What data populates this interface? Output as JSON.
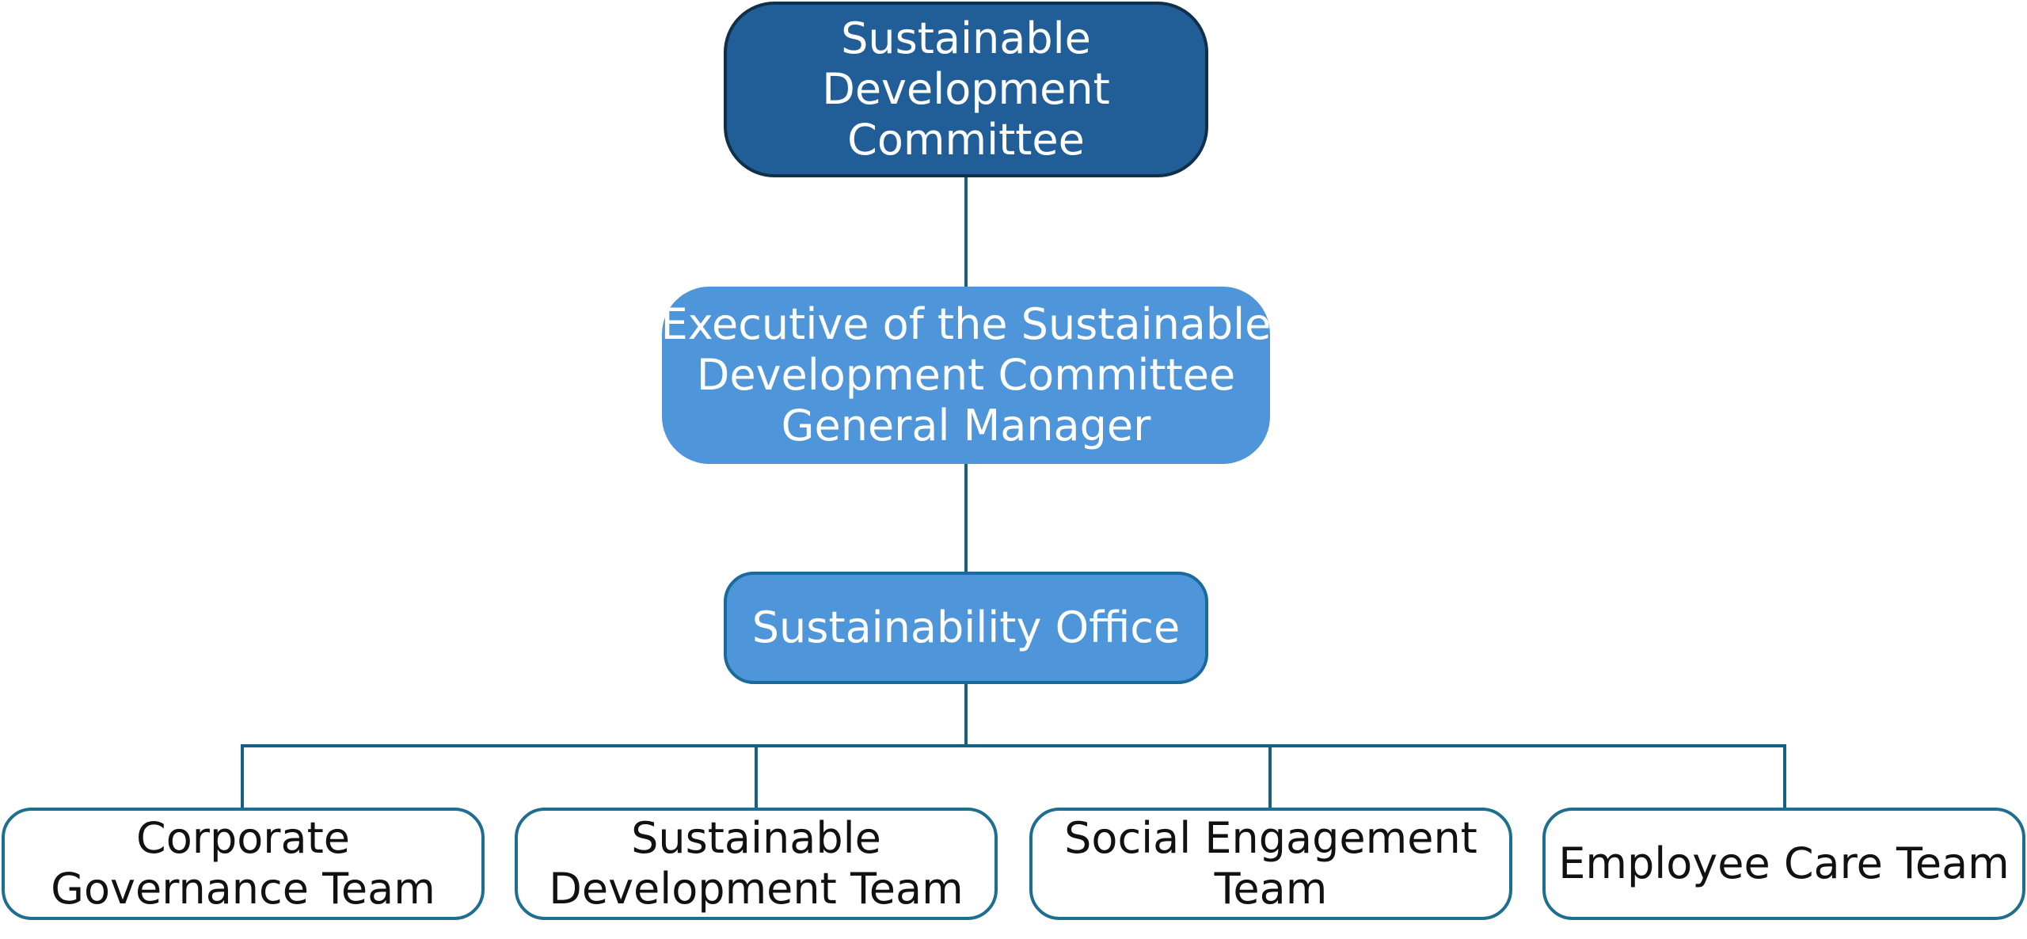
{
  "diagram": {
    "top": {
      "lines": [
        "Sustainable",
        "Development",
        "Committee"
      ]
    },
    "executive": {
      "lines": [
        "Executive of the Sustainable",
        "Development Committee",
        "General Manager"
      ]
    },
    "office": {
      "lines": [
        "Sustainability Office"
      ]
    },
    "teams": [
      {
        "lines": [
          "Corporate",
          "Governance Team"
        ]
      },
      {
        "lines": [
          "Sustainable",
          "Development Team"
        ]
      },
      {
        "lines": [
          "Social Engagement",
          "Team"
        ]
      },
      {
        "lines": [
          "Employee Care Team"
        ]
      }
    ]
  },
  "colors": {
    "top_fill": "#215e98",
    "mid_fill": "#4f95da",
    "connector": "#17607f",
    "team_border": "#1e6f8f"
  }
}
